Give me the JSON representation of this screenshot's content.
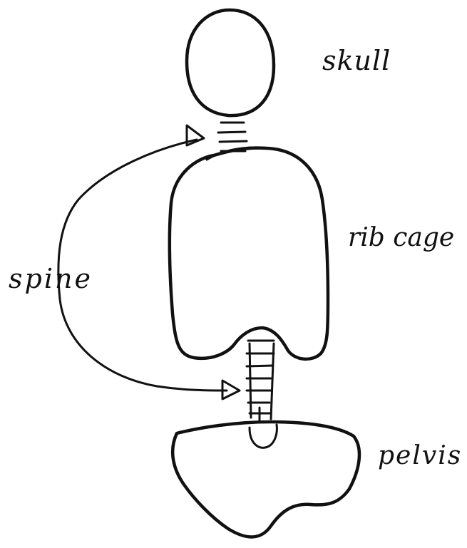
{
  "diagram": {
    "labels": {
      "skull": "skull",
      "rib_cage": "rib cage",
      "spine": "spine",
      "pelvis": "pelvis"
    },
    "colors": {
      "ink": "#111111",
      "background": "#ffffff"
    }
  }
}
